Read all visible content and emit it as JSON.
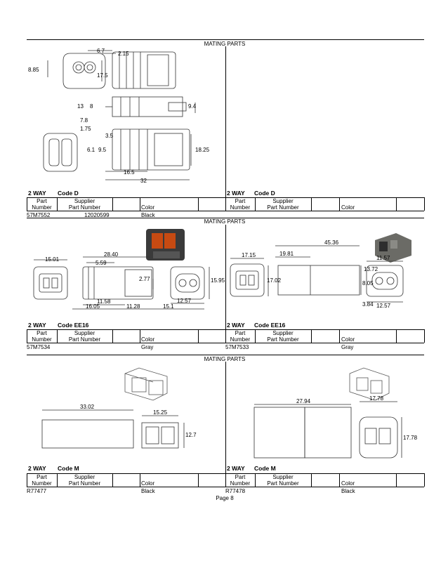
{
  "section_title": "MATING PARTS",
  "page_label": "Page 8",
  "rows": [
    {
      "left": {
        "ways": "2 WAY",
        "code": "Code D",
        "part": "57M7552",
        "supplier": "12020599",
        "color": "Black"
      },
      "right": {
        "ways": "2 WAY",
        "code": "Code D",
        "part": "",
        "supplier": "",
        "color": ""
      },
      "dims_left": [
        "6.7",
        "2.15",
        "8.85",
        "17.5",
        "13",
        "8",
        "9.4",
        "7.8",
        "1.75",
        "3.5",
        "6.1",
        "9.5",
        "18.25",
        "16.5",
        "32"
      ]
    },
    {
      "left": {
        "ways": "2 WAY",
        "code": "Code EE16",
        "part": "57M7534",
        "supplier": "",
        "color": "Gray"
      },
      "right": {
        "ways": "2 WAY",
        "code": "Code EE16",
        "part": "57M7533",
        "supplier": "",
        "color": "Gray"
      },
      "dims_left": [
        "15.01",
        "28.40",
        "5.59",
        "2.77",
        "15.95",
        "11.58",
        "16.05",
        "11.28",
        "12.57",
        "15.1"
      ],
      "dims_right": [
        "45.36",
        "19.81",
        "17.15",
        "17.02",
        "13.72",
        "8.05",
        "3.84",
        "11.57",
        "12.57"
      ]
    },
    {
      "left": {
        "ways": "2 WAY",
        "code": "Code M",
        "part": "R77477",
        "supplier": "",
        "color": "Black"
      },
      "right": {
        "ways": "2 WAY",
        "code": "Code M",
        "part": "R77478",
        "supplier": "",
        "color": "Black"
      },
      "dims_left": [
        "33.02",
        "15.25",
        "12.7"
      ],
      "dims_right": [
        "27.94",
        "17.78",
        "17.78"
      ]
    }
  ],
  "col_headers": {
    "part_1": "Part",
    "part_2": "Number",
    "supplier_1": "Supplier",
    "supplier_2": "Part Number",
    "color": "Color"
  }
}
